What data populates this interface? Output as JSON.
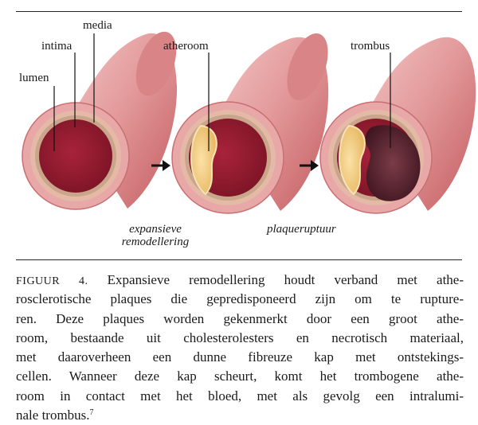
{
  "labels": {
    "media": "media",
    "intima": "intima",
    "lumen": "lumen",
    "atheroom": "atheroom",
    "trombus": "trombus",
    "expansieve_line1": "expansieve",
    "expansieve_line2": "remodellering",
    "plaqueruptuur": "plaqueruptuur"
  },
  "caption": {
    "figure_number": "FIGUUR 4.",
    "lines": [
      " Expansieve remodellering houdt verband met athe-",
      "rosclerotische plaques die gepredisponeerd zijn om te rupture-",
      "ren. Deze plaques worden gekenmerkt door een groot athe-",
      "room, bestaande uit cholesterolesters en necrotisch materiaal,",
      "met daaroverheen een dunne fibreuze kap met ontstekings-",
      "cellen. Wanneer deze kap scheurt, komt het trombogene athe-",
      "room in contact met het bloed, met als gevolg een intralumi-",
      "nale trombus."
    ],
    "footnote": "7"
  },
  "colors": {
    "vessel_outer": "#e8a7a6",
    "vessel_dark": "#c45a5d",
    "intima": "#c9a58b",
    "lumen": "#9c1b2f",
    "plaque": "#f3d089",
    "thrombus": "#5a2430",
    "arrow": "#111111"
  }
}
